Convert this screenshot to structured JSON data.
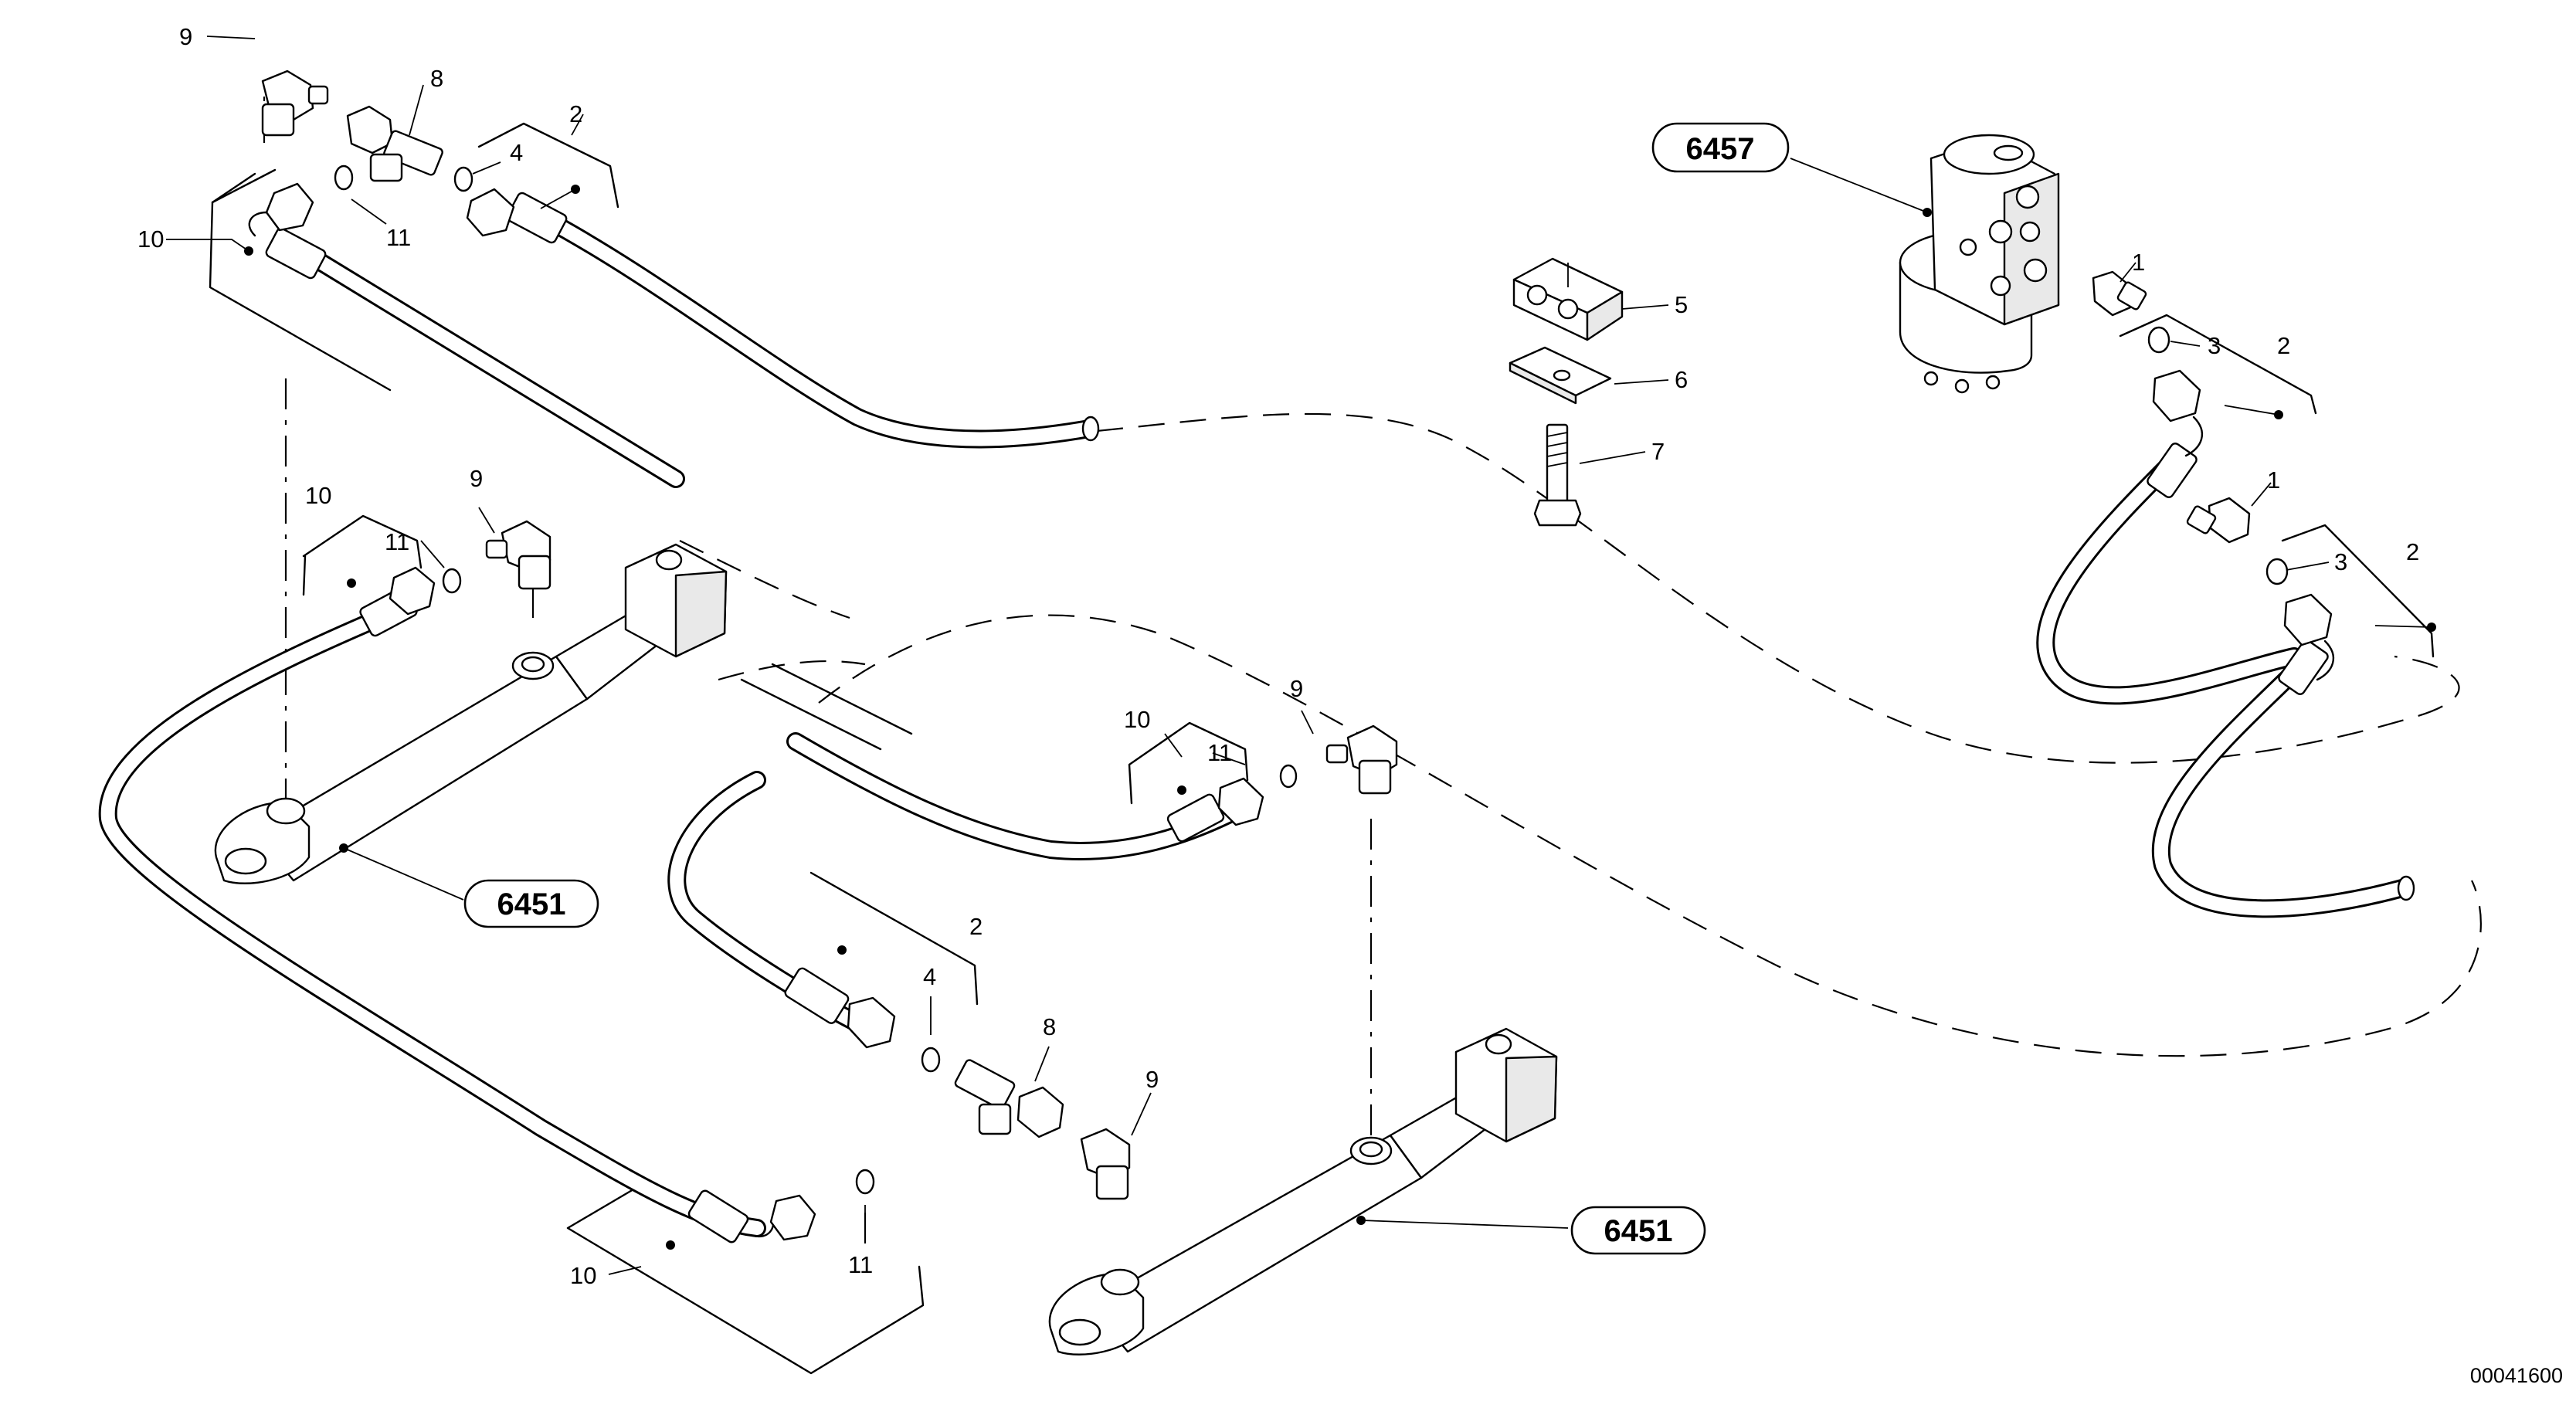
{
  "diagram": {
    "callouts": {
      "c1a": "1",
      "c1b": "1",
      "c2a": "2",
      "c2b": "2",
      "c2c": "2",
      "c2d": "2",
      "c3a": "3",
      "c3b": "3",
      "c4a": "4",
      "c4b": "4",
      "c5": "5",
      "c6": "6",
      "c7": "7",
      "c8a": "8",
      "c8b": "8",
      "c9a": "9",
      "c9b": "9",
      "c9c": "9",
      "c9d": "9",
      "c10a": "10",
      "c10b": "10",
      "c10c": "10",
      "c10d": "10",
      "c11a": "11",
      "c11b": "11",
      "c11c": "11",
      "c11d": "11"
    },
    "references": {
      "steering_unit": "6457",
      "cylinder_left": "6451",
      "cylinder_right": "6451"
    },
    "document_id": "00041600"
  }
}
